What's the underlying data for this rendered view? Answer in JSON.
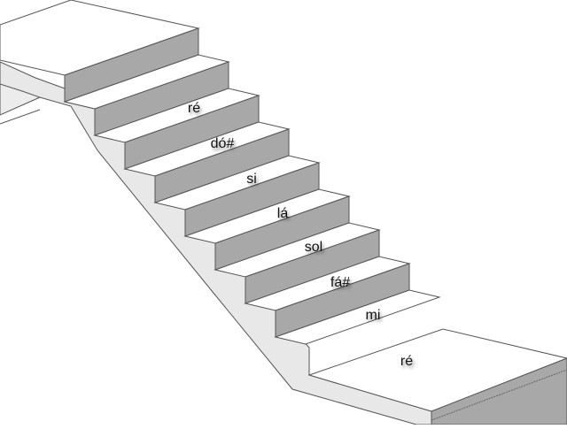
{
  "diagram": {
    "type": "staircase-illustration",
    "colors": {
      "tread": "#ffffff",
      "riser": "#a8a8a8",
      "stringer": "#e6e6e6",
      "edge": "#555555"
    },
    "steps": [
      {
        "index": 1,
        "label": "ré",
        "position": "upper-step"
      },
      {
        "index": 2,
        "label": "dó#"
      },
      {
        "index": 3,
        "label": "si"
      },
      {
        "index": 4,
        "label": "lá"
      },
      {
        "index": 5,
        "label": "sol"
      },
      {
        "index": 6,
        "label": "fá#"
      },
      {
        "index": 7,
        "label": "mi"
      },
      {
        "index": 8,
        "label": "ré",
        "position": "bottom-landing"
      }
    ]
  }
}
